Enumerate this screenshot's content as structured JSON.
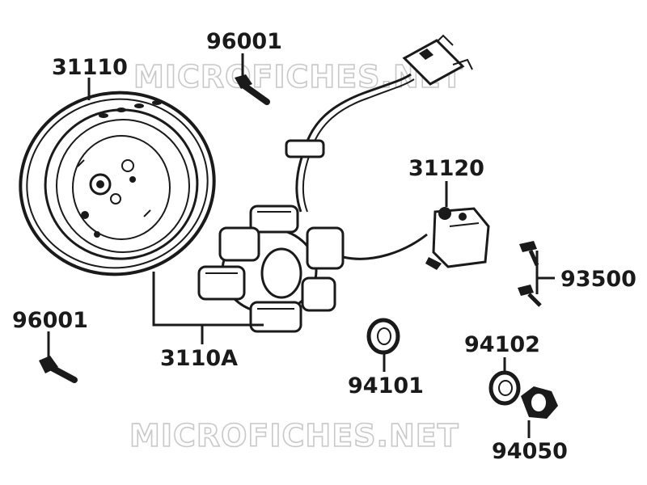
{
  "watermark": {
    "text": "MICROFICHES.NET"
  },
  "parts": {
    "flywheel": "31110",
    "bolt_top": "96001",
    "bolt_left": "96001",
    "stator": "3110A",
    "pulser_coil": "31120",
    "screws": "93500",
    "washer_a": "94101",
    "washer_b": "94102",
    "nut": "94050"
  }
}
